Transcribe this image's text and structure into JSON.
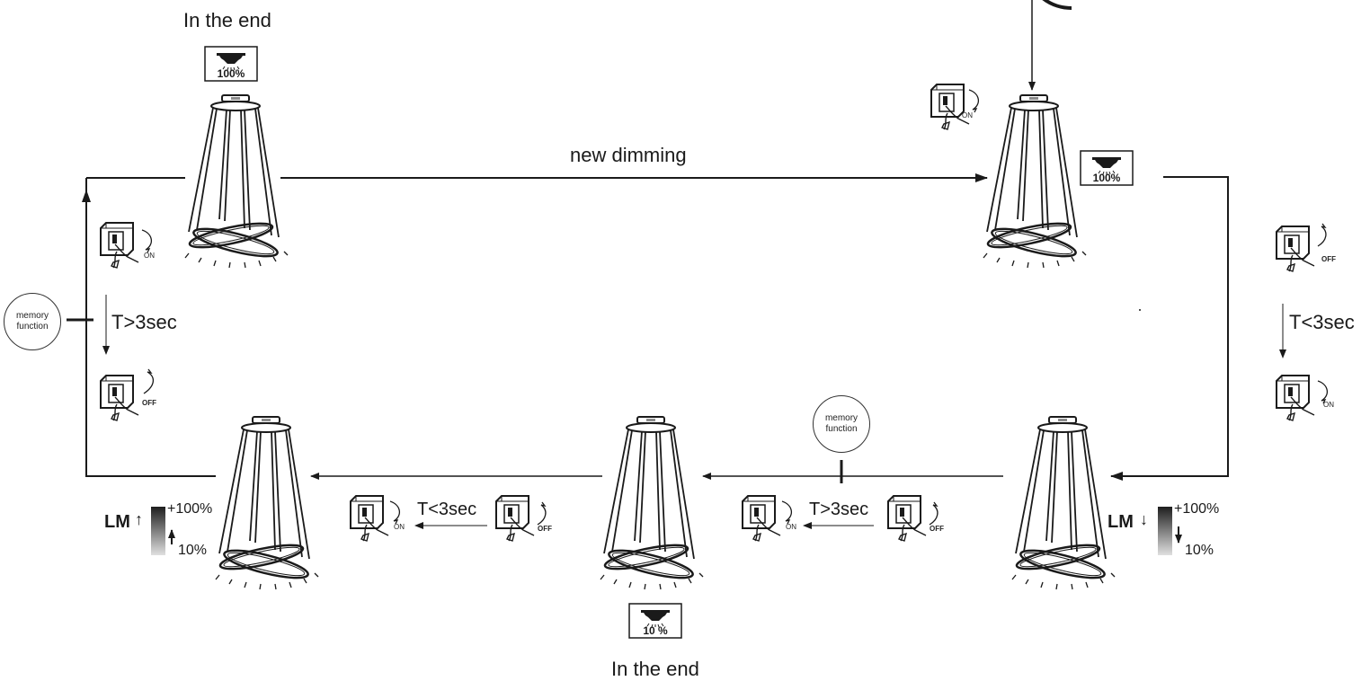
{
  "labels": {
    "in_the_end_top": "In the end",
    "in_the_end_bottom": "In the end",
    "new_dimming": "new dimming",
    "t_gt_left": "T>3sec",
    "t_lt_right": "T<3sec",
    "t_lt_bottom": "T<3sec",
    "t_gt_bottom": "T>3sec"
  },
  "memory_function": {
    "left": [
      "memory",
      "function"
    ],
    "center": [
      "memory",
      "function"
    ]
  },
  "brightness_badges": {
    "top_left": "100%",
    "top_right": "100%",
    "bottom_center": "10 %"
  },
  "dimmer_scales": {
    "left": {
      "lm": "LM",
      "direction": "up",
      "max": "+100%",
      "min": "10%"
    },
    "right": {
      "lm": "LM",
      "direction": "down",
      "max": "+100%",
      "min": "10%"
    }
  },
  "switch_labels": {
    "on": "ON",
    "off": "OFF"
  },
  "colors": {
    "line": "#1a1a1a",
    "gradient_dark": "#222222",
    "gradient_light": "#dddddd"
  },
  "icons": [
    "pendant-lamp-icon",
    "wall-switch-icon",
    "ceiling-lamp-icon",
    "memory-function-icon"
  ]
}
